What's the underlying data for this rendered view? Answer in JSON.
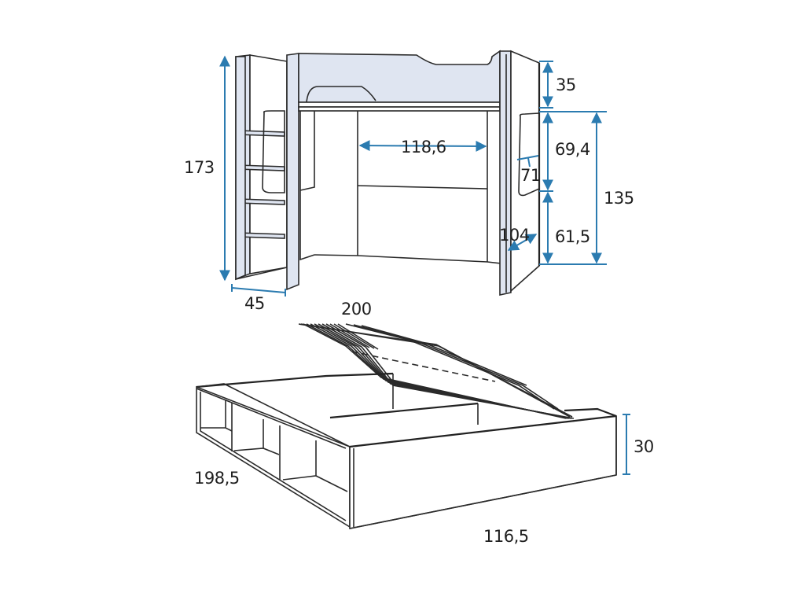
{
  "colors": {
    "dimension_line": "#2b7bb0",
    "panel_fill": "#dfe5f1",
    "outline": "#2a2a2a",
    "background": "#ffffff"
  },
  "loft_bed": {
    "total_height": "173",
    "ladder_depth": "45",
    "interior_width": "118,6",
    "guard_height": "35",
    "desk_upper_height": "69,4",
    "side_height_to_bed": "135",
    "lower_height": "61,5",
    "opening_height": "71",
    "depth_under": "104"
  },
  "storage_bed": {
    "length_top": "200",
    "length_side": "198,5",
    "width_front": "116,5",
    "base_height": "30"
  }
}
